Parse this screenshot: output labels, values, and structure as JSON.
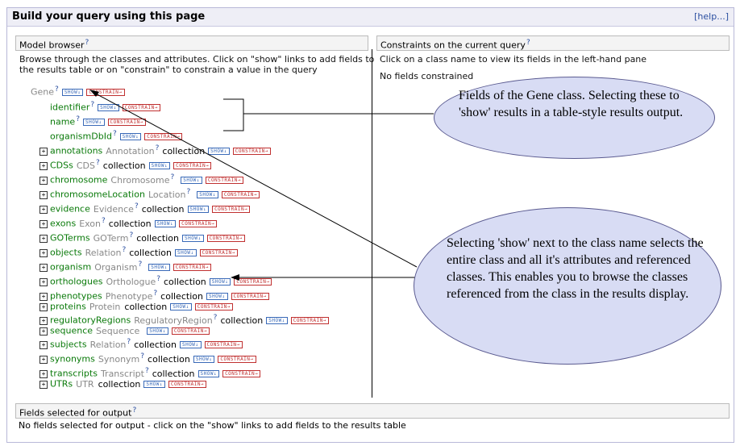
{
  "header": {
    "title": "Build your query using this page",
    "help": "[help...]"
  },
  "model_browser": {
    "title": "Model browser",
    "qm": "?",
    "description_line1": "Browse through the classes and attributes. Click on \"show\" links to add fields to",
    "description_line2": "the results table or on \"constrain\" to constrain a value in the query",
    "root": {
      "name": "Gene",
      "qm": "?",
      "show": "SHOW↓",
      "constrain": "CONSTRAIN→"
    },
    "attributes": [
      {
        "name": "identifier",
        "qm": "?",
        "show": "SHOW↓",
        "constrain": "CONSTRAIN→"
      },
      {
        "name": "name",
        "qm": "?",
        "show": "SHOW↓",
        "constrain": "CONSTRAIN→"
      },
      {
        "name": "organismDbId",
        "qm": "?",
        "show": "SHOW↓",
        "constrain": "CONSTRAIN→"
      }
    ],
    "references": [
      {
        "field": "annotations",
        "type": "Annotation",
        "qm": "?",
        "collection": "collection",
        "show": "SHOW↓",
        "constrain": "CONSTRAIN→"
      },
      {
        "field": "CDSs",
        "type": "CDS",
        "qm": "?",
        "collection": "collection",
        "show": "SHOW↓",
        "constrain": "CONSTRAIN→"
      },
      {
        "field": "chromosome",
        "type": "Chromosome",
        "qm": "?",
        "collection": "",
        "show": "SHOW↓",
        "constrain": "CONSTRAIN→"
      },
      {
        "field": "chromosomeLocation",
        "type": "Location",
        "qm": "?",
        "collection": "",
        "show": "SHOW↓",
        "constrain": "CONSTRAIN→"
      },
      {
        "field": "evidence",
        "type": "Evidence",
        "qm": "?",
        "collection": "collection",
        "show": "SHOW↓",
        "constrain": "CONSTRAIN→"
      },
      {
        "field": "exons",
        "type": "Exon",
        "qm": "?",
        "collection": "collection",
        "show": "SHOW↓",
        "constrain": "CONSTRAIN→"
      },
      {
        "field": "GOTerms",
        "type": "GOTerm",
        "qm": "?",
        "collection": "collection",
        "show": "SHOW↓",
        "constrain": "CONSTRAIN→"
      },
      {
        "field": "objects",
        "type": "Relation",
        "qm": "?",
        "collection": "collection",
        "show": "SHOW↓",
        "constrain": "CONSTRAIN→"
      },
      {
        "field": "organism",
        "type": "Organism",
        "qm": "?",
        "collection": "",
        "show": "SHOW↓",
        "constrain": "CONSTRAIN→"
      },
      {
        "field": "orthologues",
        "type": "Orthologue",
        "qm": "?",
        "collection": "collection",
        "show": "SHOW↓",
        "constrain": "CONSTRAIN→"
      },
      {
        "field": "phenotypes",
        "type": "Phenotype",
        "qm": "?",
        "collection": "collection",
        "show": "SHOW↓",
        "constrain": "CONSTRAIN→"
      },
      {
        "field": "proteins",
        "type": "Protein",
        "qm": "",
        "collection": "collection",
        "show": "SHOW↓",
        "constrain": "CONSTRAIN→"
      },
      {
        "field": "regulatoryRegions",
        "type": "RegulatoryRegion",
        "qm": "?",
        "collection": "collection",
        "show": "SHOW↓",
        "constrain": "CONSTRAIN→"
      },
      {
        "field": "sequence",
        "type": "Sequence",
        "qm": "",
        "collection": "",
        "show": "SHOW↓",
        "constrain": "CONSTRAIN→"
      },
      {
        "field": "subjects",
        "type": "Relation",
        "qm": "?",
        "collection": "collection",
        "show": "SHOW↓",
        "constrain": "CONSTRAIN→"
      },
      {
        "field": "synonyms",
        "type": "Synonym",
        "qm": "?",
        "collection": "collection",
        "show": "SHOW↓",
        "constrain": "CONSTRAIN→"
      },
      {
        "field": "transcripts",
        "type": "Transcript",
        "qm": "?",
        "collection": "collection",
        "show": "SHOW↓",
        "constrain": "CONSTRAIN→"
      },
      {
        "field": "UTRs",
        "type": "UTR",
        "qm": "",
        "collection": "collection",
        "show": "SHOW↓",
        "constrain": "CONSTRAIN→"
      }
    ]
  },
  "constraints": {
    "title": "Constraints on the current query",
    "qm": "?",
    "description": "Click on a class name to view its fields in the left-hand pane",
    "empty": "No fields constrained"
  },
  "callouts": {
    "top": "Fields of the Gene class.  Selecting these to 'show' results in a table-style results output.",
    "bottom": "Selecting 'show' next to the class name selects the entire class and all it's attributes and referenced classes. This enables you to browse the classes referenced from the class in the results display."
  },
  "output": {
    "title": "Fields selected for output",
    "qm": "?",
    "empty": "No fields selected for output - click on the \"show\" links to add fields to the results table"
  },
  "expander_glyph": "+"
}
